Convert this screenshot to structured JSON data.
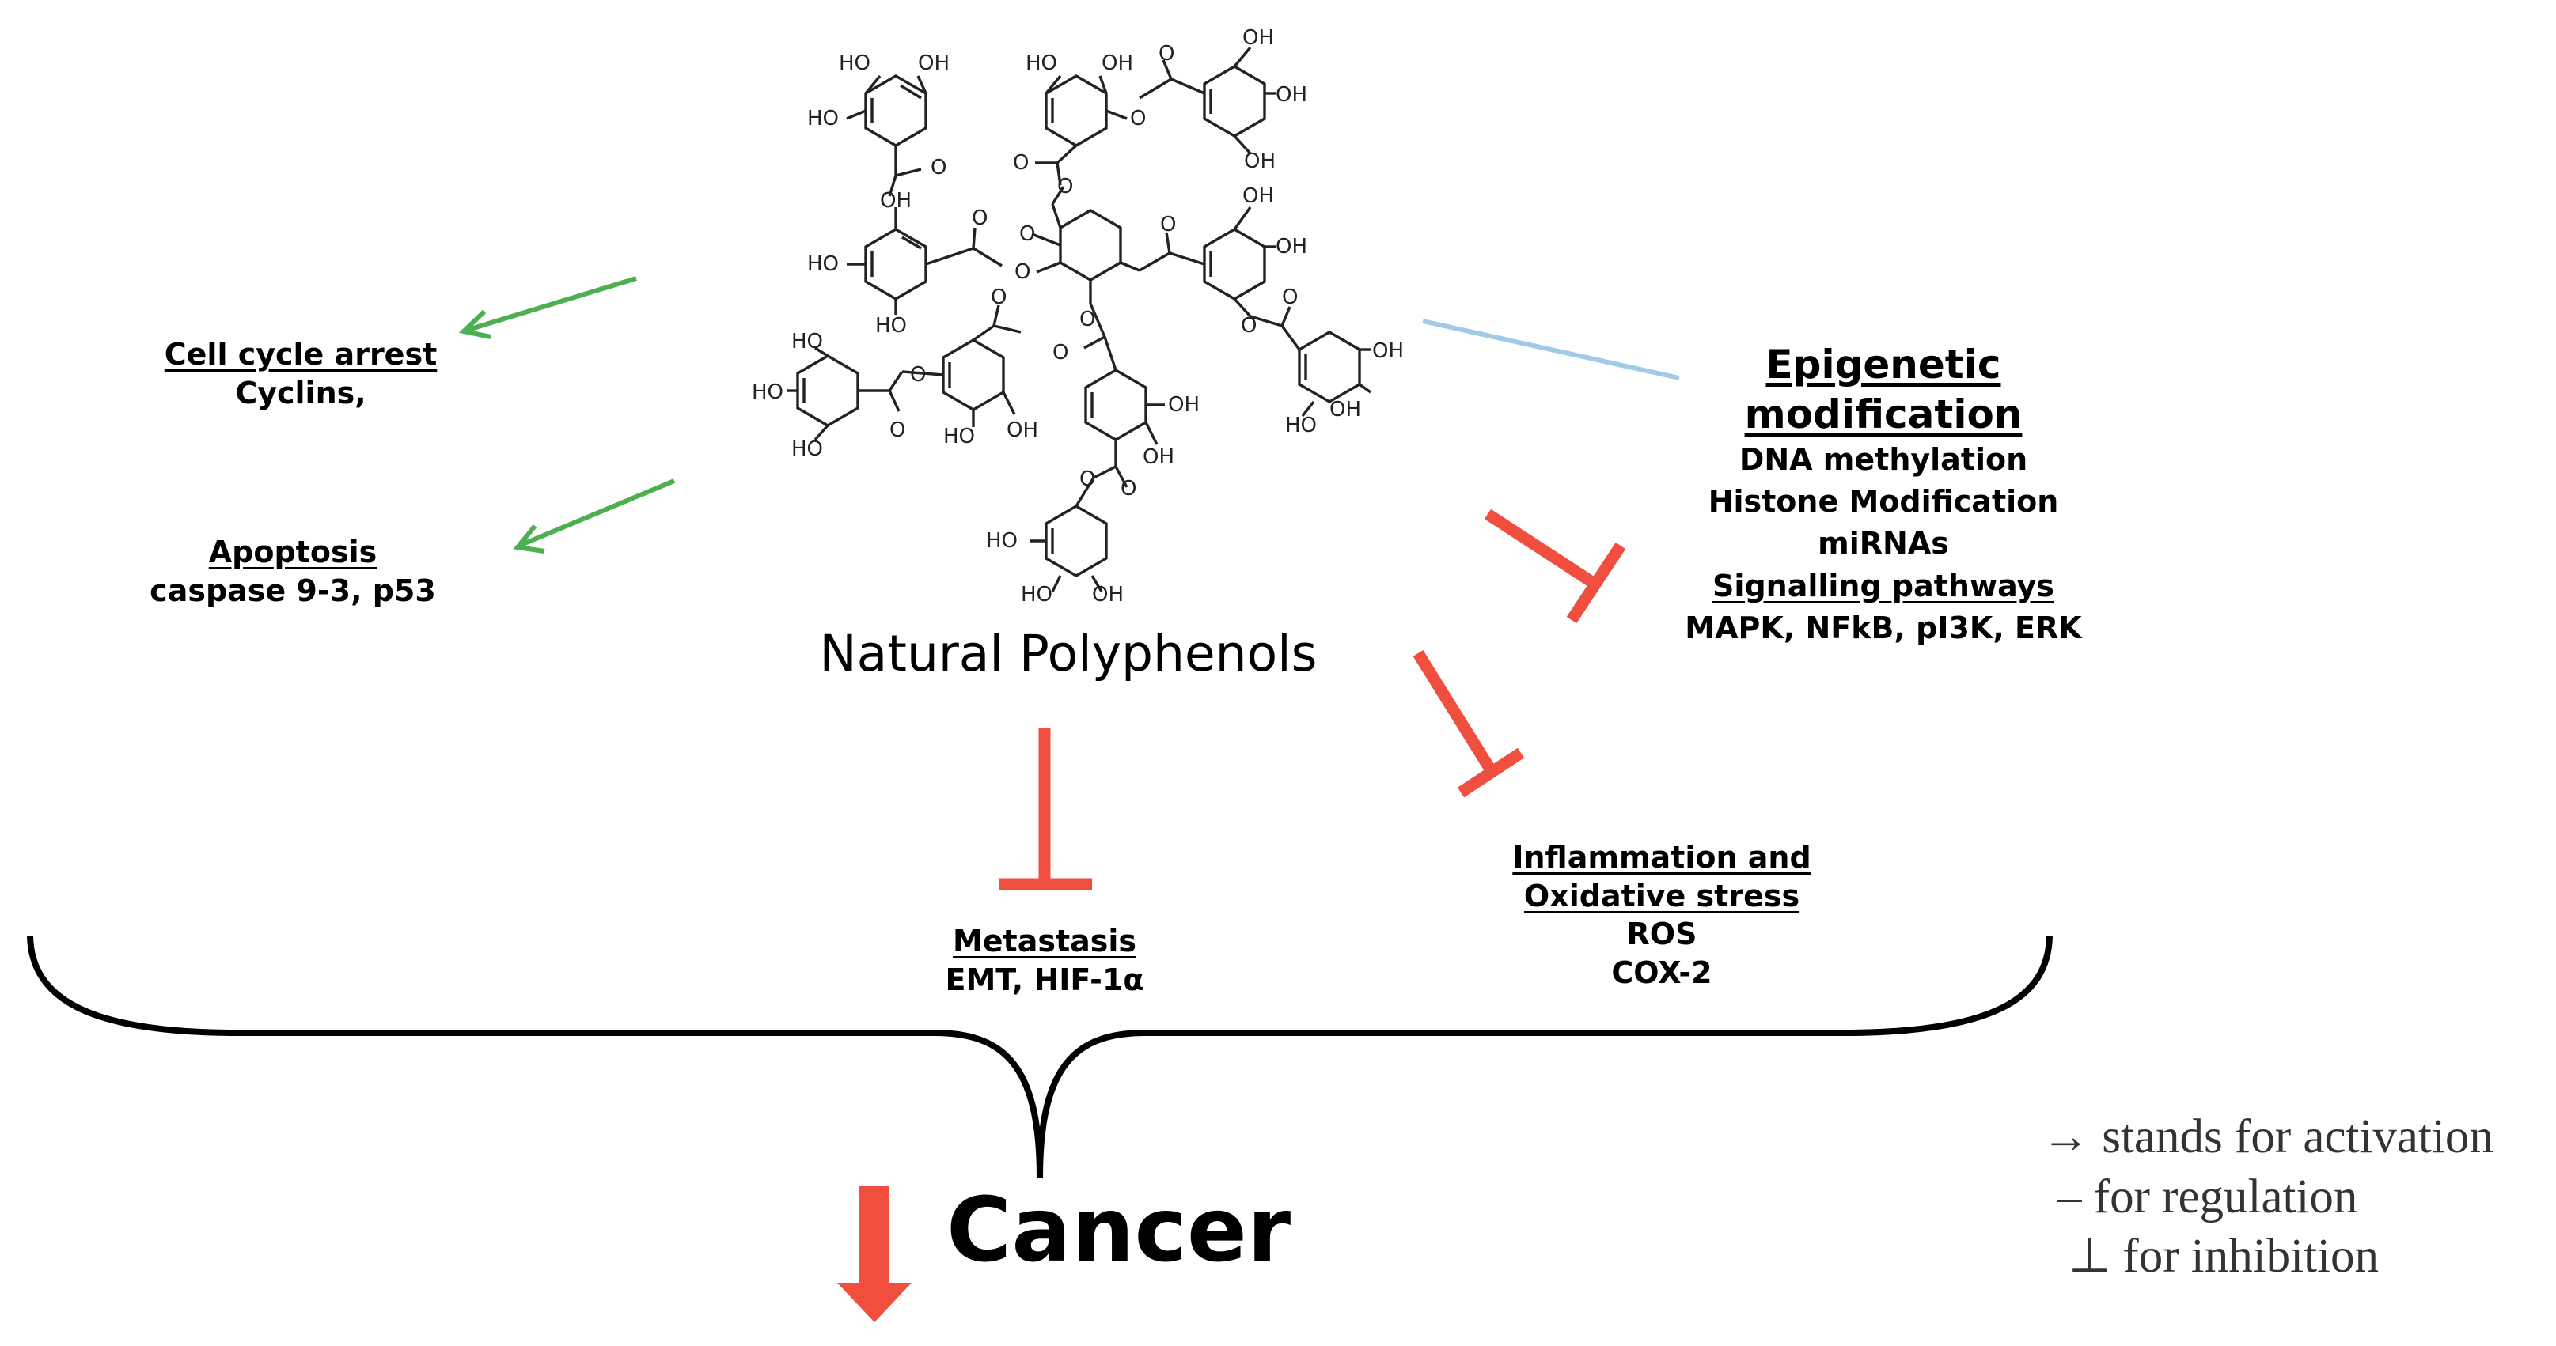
{
  "center": {
    "title": "Natural Polyphenols"
  },
  "cell_cycle": {
    "title": "Cell cycle arrest",
    "detail": "Cyclins,"
  },
  "apoptosis": {
    "title": "Apoptosis",
    "detail": "caspase 9-3, p53"
  },
  "epigenetic": {
    "title_line1": "Epigenetic",
    "title_line2": "modification",
    "items": [
      "DNA methylation",
      "Histone Modification",
      "miRNAs"
    ],
    "signalling_title": "Signalling pathways",
    "signalling_detail": "MAPK, NFkB, pI3K, ERK"
  },
  "metastasis": {
    "title": "Metastasis",
    "detail": "EMT, HIF-1α"
  },
  "inflammation": {
    "title_line1": "Inflammation and",
    "title_line2": "Oxidative stress",
    "items": [
      "ROS",
      "COX-2"
    ]
  },
  "outcome": {
    "label": "Cancer"
  },
  "molecule": {
    "oh": "OH",
    "ho": "HO",
    "o": "O"
  },
  "legend": {
    "activation": "→ stands for activation",
    "regulation": "– for regulation",
    "inhibition": "⊥  for inhibition"
  },
  "colors": {
    "activation": "#4caf50",
    "regulation": "#9fcbe6",
    "inhibition": "#f04e3e",
    "text": "#000000"
  }
}
